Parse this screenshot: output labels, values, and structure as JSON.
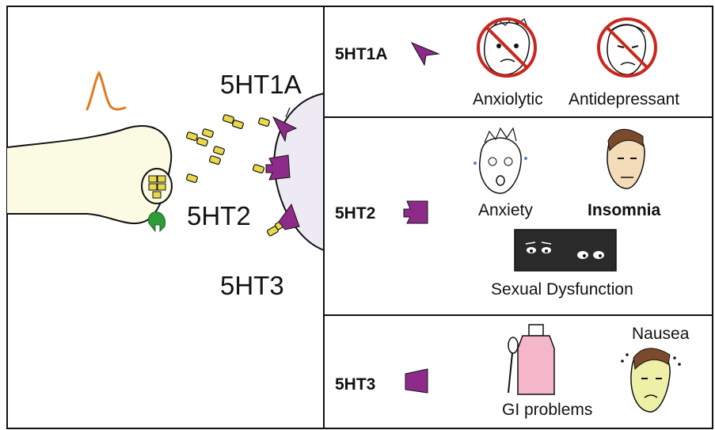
{
  "synapse": {
    "labels": {
      "r1": "5HT1A",
      "r2": "5HT2",
      "r3": "5HT3"
    }
  },
  "panels": [
    {
      "receptor": "5HT1A",
      "effects": [
        "Anxiolytic",
        "Antidepressant"
      ]
    },
    {
      "receptor": "5HT2",
      "effects": [
        "Anxiety",
        "Insomnia",
        "Sexual Dysfunction"
      ]
    },
    {
      "receptor": "5HT3",
      "effects": [
        "Nausea",
        "GI problems"
      ]
    }
  ],
  "colors": {
    "receptor": "#8e2b8a",
    "serotonin": "#e8d84a",
    "action_potential": "#e07a1e",
    "transporter": "#2e9a3a",
    "neuron_fill": "#fbfbe4",
    "postsynaptic_fill": "#eeeaf3",
    "prohibition": "#c8281e"
  }
}
